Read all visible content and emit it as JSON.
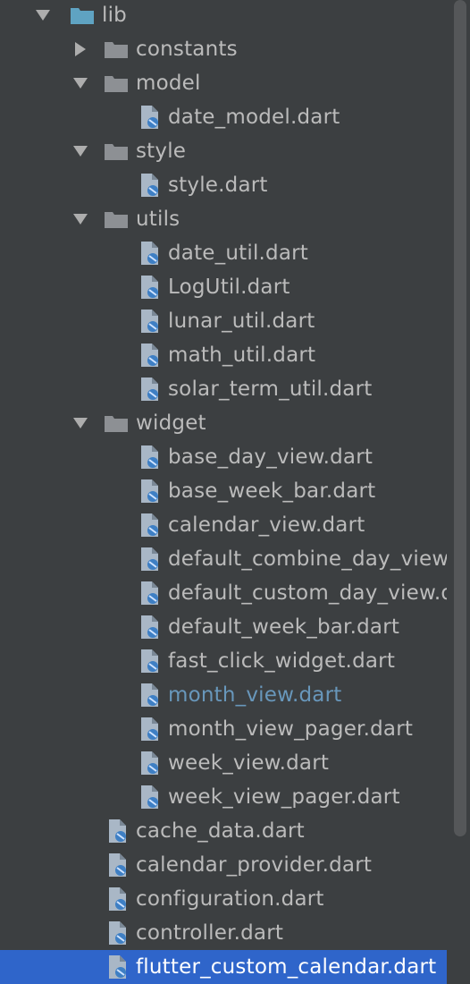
{
  "colors": {
    "background": "#3c3f41",
    "text": "#bbbbbb",
    "selected_background": "#2f65ca",
    "selected_text": "#ffffff",
    "modified_text": "#6897bb",
    "folder": "#8d9094",
    "lib_folder": "#5fa3c2"
  },
  "tree": {
    "lib": {
      "label": "lib",
      "icon": "source-folder-icon",
      "expanded": true
    },
    "constants": {
      "label": "constants",
      "icon": "folder-icon",
      "expanded": false
    },
    "model": {
      "label": "model",
      "icon": "folder-icon",
      "expanded": true
    },
    "date_model": {
      "label": "date_model.dart",
      "icon": "dart-file-icon"
    },
    "style": {
      "label": "style",
      "icon": "folder-icon",
      "expanded": true
    },
    "style_dart": {
      "label": "style.dart",
      "icon": "dart-file-icon"
    },
    "utils": {
      "label": "utils",
      "icon": "folder-icon",
      "expanded": true
    },
    "date_util": {
      "label": "date_util.dart",
      "icon": "dart-file-icon"
    },
    "log_util": {
      "label": "LogUtil.dart",
      "icon": "dart-file-icon"
    },
    "lunar_util": {
      "label": "lunar_util.dart",
      "icon": "dart-file-icon"
    },
    "math_util": {
      "label": "math_util.dart",
      "icon": "dart-file-icon"
    },
    "solar_term_util": {
      "label": "solar_term_util.dart",
      "icon": "dart-file-icon"
    },
    "widget": {
      "label": "widget",
      "icon": "folder-icon",
      "expanded": true
    },
    "base_day_view": {
      "label": "base_day_view.dart",
      "icon": "dart-file-icon"
    },
    "base_week_bar": {
      "label": "base_week_bar.dart",
      "icon": "dart-file-icon"
    },
    "calendar_view": {
      "label": "calendar_view.dart",
      "icon": "dart-file-icon"
    },
    "default_combine_day_view": {
      "label": "default_combine_day_view.dart",
      "icon": "dart-file-icon"
    },
    "default_custom_day_view": {
      "label": "default_custom_day_view.dart",
      "icon": "dart-file-icon"
    },
    "default_week_bar": {
      "label": "default_week_bar.dart",
      "icon": "dart-file-icon"
    },
    "fast_click_widget": {
      "label": "fast_click_widget.dart",
      "icon": "dart-file-icon"
    },
    "month_view": {
      "label": "month_view.dart",
      "icon": "dart-file-icon",
      "modified": true
    },
    "month_view_pager": {
      "label": "month_view_pager.dart",
      "icon": "dart-file-icon"
    },
    "week_view": {
      "label": "week_view.dart",
      "icon": "dart-file-icon"
    },
    "week_view_pager": {
      "label": "week_view_pager.dart",
      "icon": "dart-file-icon"
    },
    "cache_data": {
      "label": "cache_data.dart",
      "icon": "dart-file-icon"
    },
    "calendar_provider": {
      "label": "calendar_provider.dart",
      "icon": "dart-file-icon"
    },
    "configuration": {
      "label": "configuration.dart",
      "icon": "dart-file-icon"
    },
    "controller": {
      "label": "controller.dart",
      "icon": "dart-file-icon"
    },
    "flutter_custom_calendar": {
      "label": "flutter_custom_calendar.dart",
      "icon": "dart-file-icon",
      "selected": true
    }
  }
}
